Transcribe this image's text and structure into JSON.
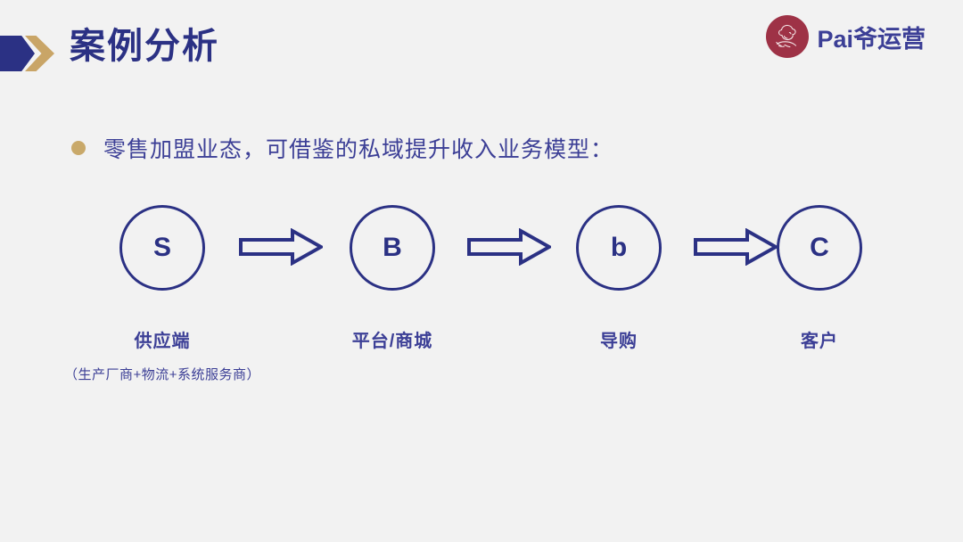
{
  "slide": {
    "background_color": "#f2f2f2",
    "title": "案例分析",
    "title_color": "#2b3184"
  },
  "header_mark": {
    "navy_color": "#2b3184",
    "gold_color": "#c9a567"
  },
  "brand": {
    "badge_icon": "chef-portrait-icon",
    "badge_color": "#9e3246",
    "name": "Pai爷运营",
    "name_color": "#3c3f96"
  },
  "bullet": {
    "dot_color": "#c9a96a",
    "text": "零售加盟业态，可借鉴的私域提升收入业务模型："
  },
  "diagram": {
    "stroke_color": "#2b3184",
    "nodes": [
      {
        "letter": "S",
        "caption": "供应端",
        "subcaption": "（生产厂商+物流+系统服务商）"
      },
      {
        "letter": "B",
        "caption": "平台/商城",
        "subcaption": ""
      },
      {
        "letter": "b",
        "caption": "导购",
        "subcaption": ""
      },
      {
        "letter": "C",
        "caption": "客户",
        "subcaption": ""
      }
    ],
    "arrows": [
      {
        "name": "arrow-s-to-b"
      },
      {
        "name": "arrow-b-to-b-lower"
      },
      {
        "name": "arrow-b-lower-to-c"
      }
    ]
  }
}
